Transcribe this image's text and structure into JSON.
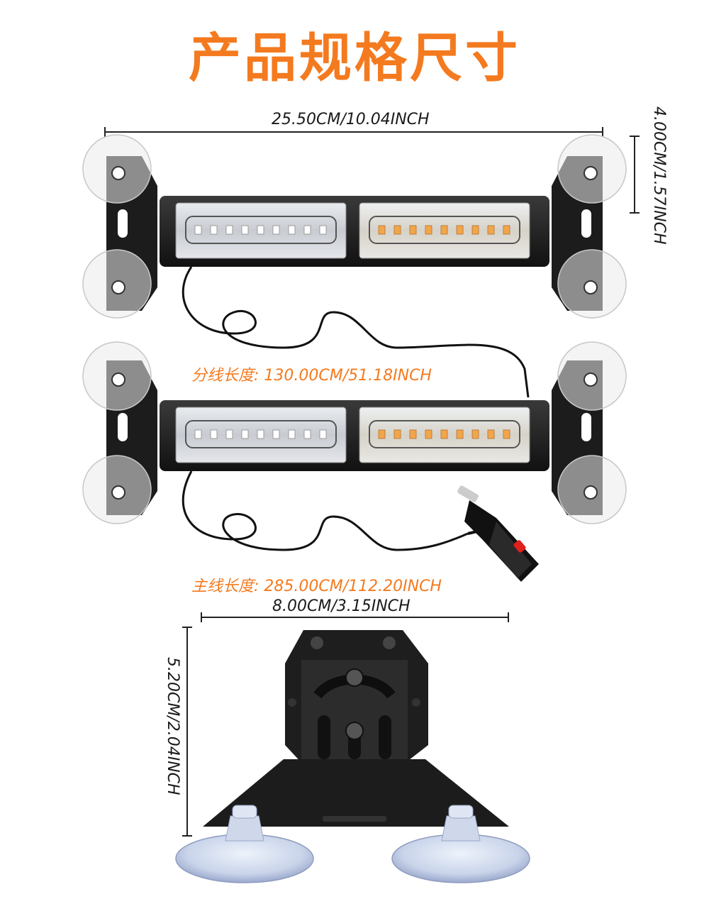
{
  "title": "产品规格尺寸",
  "colors": {
    "accent": "#f47a1f",
    "text": "#1a1a1a",
    "product": "#1c1c1c"
  },
  "dimensions": {
    "bar_length": "25.50CM/10.04INCH",
    "bar_height": "4.00CM/1.57INCH",
    "split_cable": "分线长度: 130.00CM/51.18INCH",
    "main_cable": "主线长度: 285.00CM/112.20INCH",
    "bracket_width": "8.00CM/3.15INCH",
    "bracket_height": "5.20CM/2.04INCH"
  }
}
